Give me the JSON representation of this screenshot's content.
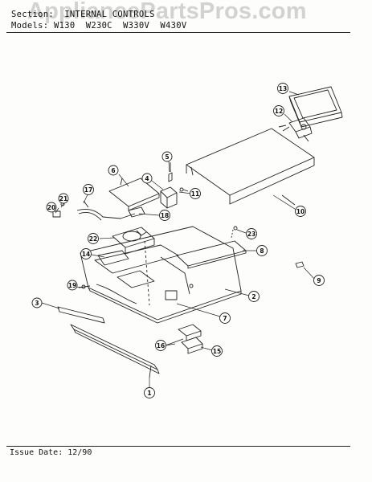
{
  "watermark": "AppliancePartsPros.com",
  "header": {
    "section_line": "Section:  INTERNAL CONTROLS",
    "models_line": "Models: W130  W230C  W330V  W430V"
  },
  "footer": {
    "issue_date": "Issue Date: 12/90"
  },
  "callouts": [
    "1",
    "2",
    "3",
    "4",
    "5",
    "6",
    "7",
    "8",
    "9",
    "10",
    "11",
    "12",
    "13",
    "14",
    "15",
    "16",
    "17",
    "18",
    "19",
    "20",
    "21",
    "22",
    "23"
  ]
}
